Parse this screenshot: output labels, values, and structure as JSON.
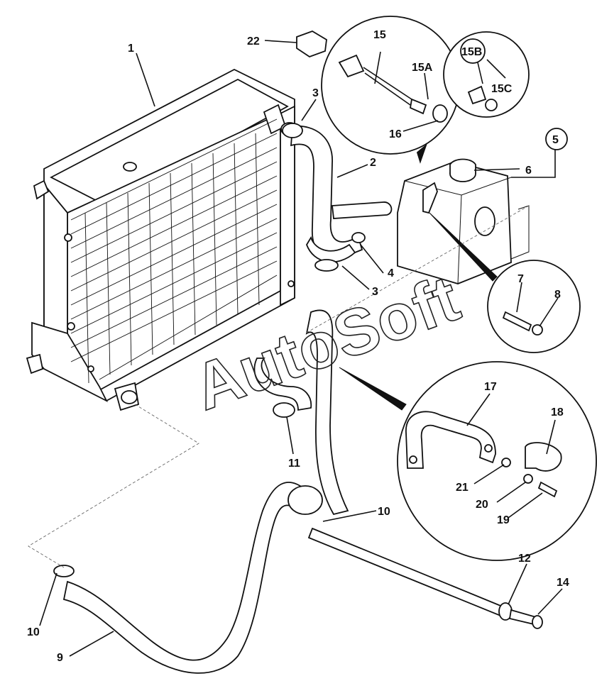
{
  "watermark": "AutoSoft",
  "callouts": {
    "c1": "1",
    "c2": "2",
    "c3a": "3",
    "c3b": "3",
    "c4": "4",
    "c5": "5",
    "c6": "6",
    "c7": "7",
    "c8": "8",
    "c9": "9",
    "c10a": "10",
    "c10b": "10",
    "c11": "11",
    "c12": "12",
    "c14": "14",
    "c15": "15",
    "c15a": "15A",
    "c15b": "15B",
    "c15c": "15C",
    "c16": "16",
    "c17": "17",
    "c18": "18",
    "c19": "19",
    "c20": "20",
    "c21": "21",
    "c22": "22"
  }
}
